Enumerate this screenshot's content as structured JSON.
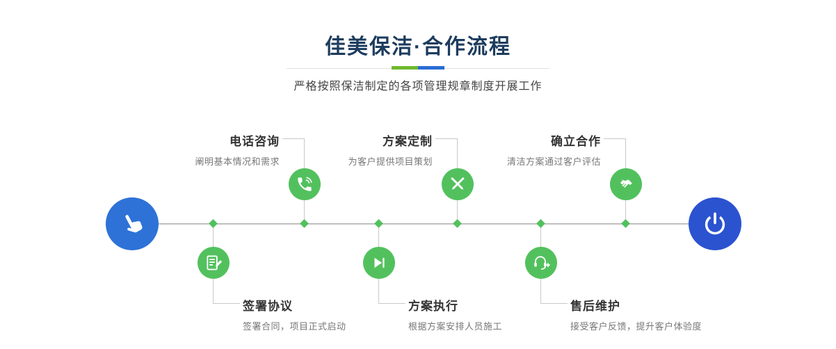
{
  "header": {
    "title": "佳美保洁·合作流程",
    "subtitle": "严格按照保洁制定的各项管理规章制度开展工作"
  },
  "colors": {
    "step_green": "#52c15d",
    "start_circle_blue": "#2e72d8",
    "end_circle_blue": "#2b53d0",
    "divider_green": "#6fb92e",
    "divider_blue": "#2a6dd5",
    "connector_gray": "#c9c9c9",
    "title_navy": "#1d3c5e"
  },
  "timeline": {
    "start_icon": "hand-pointer-icon",
    "end_icon": "power-icon",
    "steps_top": [
      {
        "title": "电话咨询",
        "desc": "阐明基本情况和需求",
        "icon": "phone-icon"
      },
      {
        "title": "方案定制",
        "desc": "为客户提供项目策划",
        "icon": "design-tools-icon"
      },
      {
        "title": "确立合作",
        "desc": "清洁方案通过客户评估",
        "icon": "handshake-icon"
      }
    ],
    "steps_bottom": [
      {
        "title": "签署协议",
        "desc": "签署合同，项目正式启动",
        "icon": "signature-icon"
      },
      {
        "title": "方案执行",
        "desc": "根据方案安排人员施工",
        "icon": "play-next-icon"
      },
      {
        "title": "售后维护",
        "desc": "接受客户反馈，提升客户体验度",
        "icon": "headset-plus-icon"
      }
    ]
  }
}
